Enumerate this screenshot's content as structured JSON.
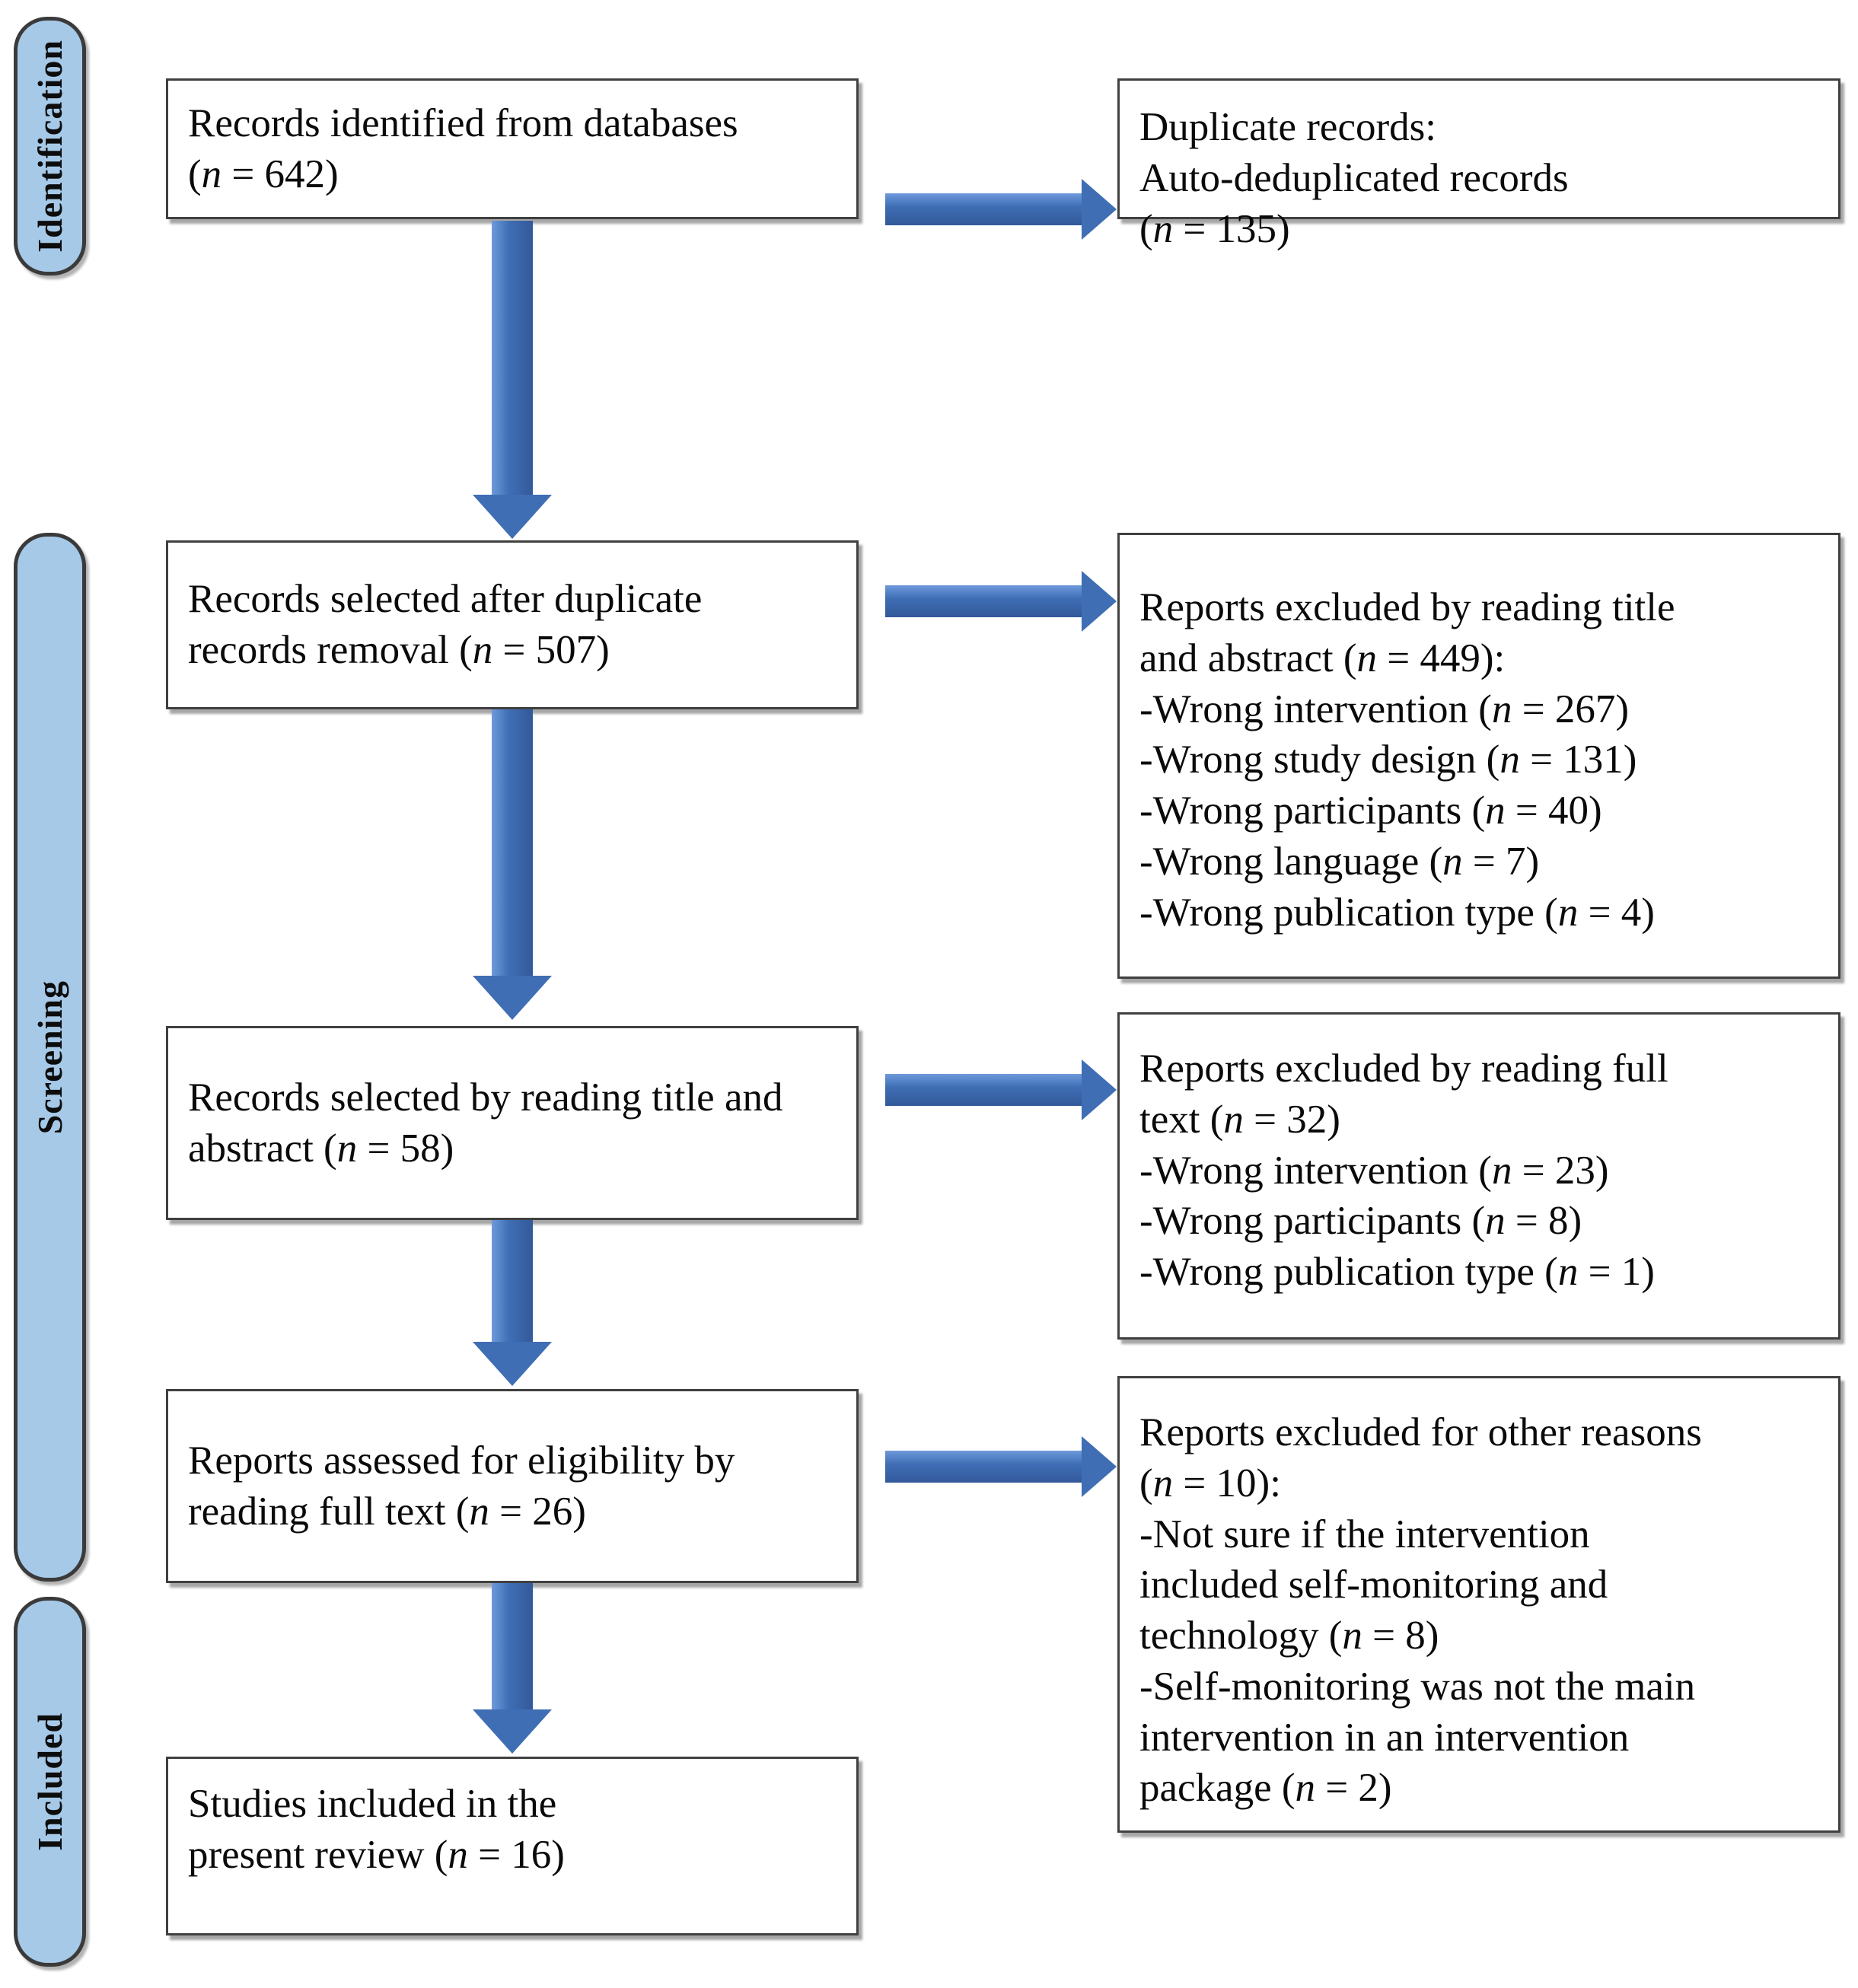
{
  "diagram": {
    "title": "PRISMA flow diagram",
    "colors": {
      "stage_fill": "#A6C9E8",
      "stage_border": "#3A3A3A",
      "box_border": "#404040",
      "arrow": "#3F6EB5",
      "text": "#0A0A0A"
    },
    "stages": [
      {
        "id": "identification",
        "label": "Identification"
      },
      {
        "id": "screening",
        "label": "Screening"
      },
      {
        "id": "included",
        "label": "Included"
      }
    ],
    "boxes": [
      {
        "id": "records-identified",
        "stage": "identification",
        "text": "Records identified from databases\n(n = 642)"
      },
      {
        "id": "duplicate-records",
        "stage": "identification",
        "text": "Duplicate records:\nAuto-deduplicated records\n(n = 135)"
      },
      {
        "id": "records-after-dedup",
        "stage": "screening",
        "text": "Records selected after duplicate\nrecords removal (n = 507)"
      },
      {
        "id": "excluded-title-abstract",
        "stage": "screening",
        "text": "Reports excluded by reading title\nand abstract (n = 449):\n-Wrong intervention (n = 267)\n-Wrong study design (n = 131)\n-Wrong participants (n = 40)\n-Wrong language (n = 7)\n-Wrong publication type (n = 4)"
      },
      {
        "id": "records-selected-title-abstract",
        "stage": "screening",
        "text": "Records selected by reading title and\nabstract (n = 58)"
      },
      {
        "id": "excluded-full-text",
        "stage": "screening",
        "text": "Reports excluded by reading full\ntext (n = 32)\n-Wrong intervention (n = 23)\n-Wrong participants (n = 8)\n-Wrong publication type (n = 1)"
      },
      {
        "id": "reports-assessed",
        "stage": "screening",
        "text": "Reports assessed for eligibility by\nreading full text (n = 26)"
      },
      {
        "id": "excluded-other-reasons",
        "stage": "screening",
        "text": "Reports excluded for other reasons\n(n = 10):\n-Not sure if the intervention\nincluded self-monitoring and\ntechnology (n = 8)\n-Self-monitoring was not the main\nintervention in an intervention\npackage (n = 2)"
      },
      {
        "id": "studies-included",
        "stage": "included",
        "text": "Studies included in the\npresent review (n = 16)"
      }
    ],
    "counts": {
      "records_identified": 642,
      "duplicates_removed": 135,
      "records_after_dedup": 507,
      "excluded_title_abstract_total": 449,
      "excluded_wrong_intervention_ta": 267,
      "excluded_wrong_study_design_ta": 131,
      "excluded_wrong_participants_ta": 40,
      "excluded_wrong_language_ta": 7,
      "excluded_wrong_publication_type_ta": 4,
      "records_selected_title_abstract": 58,
      "excluded_full_text_total": 32,
      "excluded_wrong_intervention_ft": 23,
      "excluded_wrong_participants_ft": 8,
      "excluded_wrong_publication_type_ft": 1,
      "reports_assessed": 26,
      "excluded_other_total": 10,
      "excluded_other_unclear_intervention": 8,
      "excluded_other_not_main_intervention": 2,
      "studies_included": 16
    },
    "arrows": [
      {
        "id": "identified-to-duplicates",
        "direction": "right"
      },
      {
        "id": "identified-to-after-dedup",
        "direction": "down"
      },
      {
        "id": "after-dedup-to-excluded-ta",
        "direction": "right"
      },
      {
        "id": "after-dedup-to-selected-ta",
        "direction": "down"
      },
      {
        "id": "selected-ta-to-excluded-ft",
        "direction": "right"
      },
      {
        "id": "selected-ta-to-assessed",
        "direction": "down"
      },
      {
        "id": "assessed-to-excluded-other",
        "direction": "right"
      },
      {
        "id": "assessed-to-included",
        "direction": "down"
      }
    ]
  }
}
